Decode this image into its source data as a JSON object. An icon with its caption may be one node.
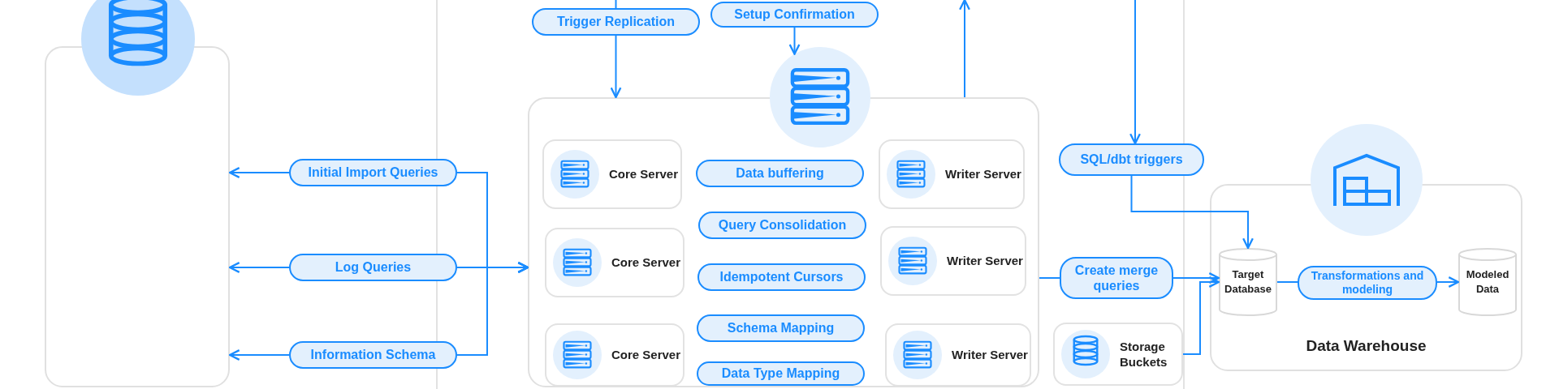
{
  "diagram": {
    "nodes": [
      {
        "text": [],
        "shape": "box"
      },
      {
        "text": [
          "Initial Import Queries"
        ]
      },
      {
        "text": [
          "Log Queries"
        ]
      },
      {
        "text": [
          "Information Schema"
        ]
      },
      {
        "text": [
          "Trigger Replication"
        ]
      },
      {
        "text": [
          "Setup Confirmation"
        ]
      },
      {
        "text": [],
        "shape": "circle"
      },
      {
        "text": [],
        "shape": "box"
      },
      {
        "text": [
          "Core Server"
        ],
        "in": 7
      },
      {
        "text": [
          "Core Server"
        ],
        "in": 7
      },
      {
        "text": [
          "Core Server"
        ],
        "in": 7
      },
      {
        "text": [
          "Data buffering"
        ],
        "in": 7
      },
      {
        "text": [
          "Query Consolidation"
        ],
        "in": 7
      },
      {
        "text": [
          "Idempotent Cursors"
        ],
        "in": 7
      },
      {
        "text": [
          "Schema Mapping"
        ],
        "in": 7
      },
      {
        "text": [
          "Data Type Mapping"
        ],
        "in": 7
      },
      {
        "text": [
          "Writer Server"
        ],
        "in": 7
      },
      {
        "text": [
          "Writer Server"
        ],
        "in": 7
      },
      {
        "text": [
          "Writer Server"
        ],
        "in": 7
      },
      {
        "text": [
          "SQL/dbt triggers"
        ]
      },
      {
        "text": [
          "Create merge queries"
        ]
      },
      {
        "text": [
          "Storage Buckets"
        ]
      },
      {
        "text": [
          "Data Warehouse"
        ]
      },
      {
        "text": [
          "Target Database"
        ],
        "in": 22
      },
      {
        "text": [
          "Transformations and modeling"
        ],
        "in": 22
      },
      {
        "text": [
          "Modeled Data"
        ],
        "in": 22
      }
    ],
    "edges": [
      {
        "from": 1,
        "to": 0,
        "arrow": "to"
      },
      {
        "from": 2,
        "to": 0,
        "arrow": "to"
      },
      {
        "from": 3,
        "to": 0,
        "arrow": "to"
      },
      {
        "from": 1,
        "to": 7,
        "arrow": "to"
      },
      {
        "from": 2,
        "to": 7,
        "arrow": "to"
      },
      {
        "from": 3,
        "to": 7,
        "arrow": "to"
      },
      {
        "from": null,
        "to": 4,
        "arrow": "none"
      },
      {
        "from": 4,
        "to": 7,
        "arrow": "to"
      },
      {
        "from": 5,
        "to": 6,
        "arrow": "to"
      },
      {
        "from": 7,
        "to": null,
        "arrow": "to"
      },
      {
        "from": null,
        "to": 19,
        "arrow": "to"
      },
      {
        "from": 19,
        "to": 23,
        "arrow": "to"
      },
      {
        "from": 7,
        "to": 20,
        "arrow": "none"
      },
      {
        "from": 20,
        "to": 23,
        "arrow": "to"
      },
      {
        "from": 21,
        "to": 23,
        "arrow": "to"
      },
      {
        "from": 23,
        "to": 24,
        "arrow": "none"
      },
      {
        "from": 24,
        "to": 25,
        "arrow": "to"
      }
    ]
  }
}
